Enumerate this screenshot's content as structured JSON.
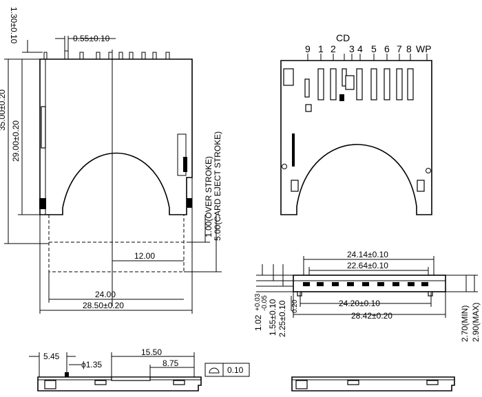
{
  "views": {
    "top": {
      "dims": {
        "pin_height": "1.30±0.10",
        "pin_width": "0.55±0.10",
        "length_total": "35.00±0.20",
        "length_inner": "29.00±0.20",
        "over_stroke": "1.00(OVER STROKE)",
        "eject_stroke": "5.00(CARD EJECT STROKE)",
        "half_width": "12.00",
        "card_width": "24.00",
        "body_width": "28.50±0.20"
      }
    },
    "bottom": {
      "pin_labels": [
        "9",
        "1",
        "2",
        "CD",
        "3",
        "4",
        "5",
        "6",
        "7",
        "8",
        "WP"
      ]
    },
    "front": {
      "dims": {
        "top_outer": "24.14±0.10",
        "top_inner": "22.64±0.10",
        "bottom_inner": "24.20±0.10",
        "bottom_outer": "28.42±0.20",
        "d1": "1.02",
        "d1_tol_plus": "+0.03",
        "d1_tol_minus": "-0.05",
        "d2": "1.55±0.10",
        "d3": "2.25±0.10",
        "d4": "0.20",
        "height_min": "2.70(MIN)",
        "height_max": "2.90(MAX)"
      }
    },
    "side": {
      "dims": {
        "d_545": "5.45",
        "d_dia": "ϕ1.35",
        "d_1550": "15.50",
        "d_875": "8.75",
        "flatness": "0.10"
      }
    }
  }
}
